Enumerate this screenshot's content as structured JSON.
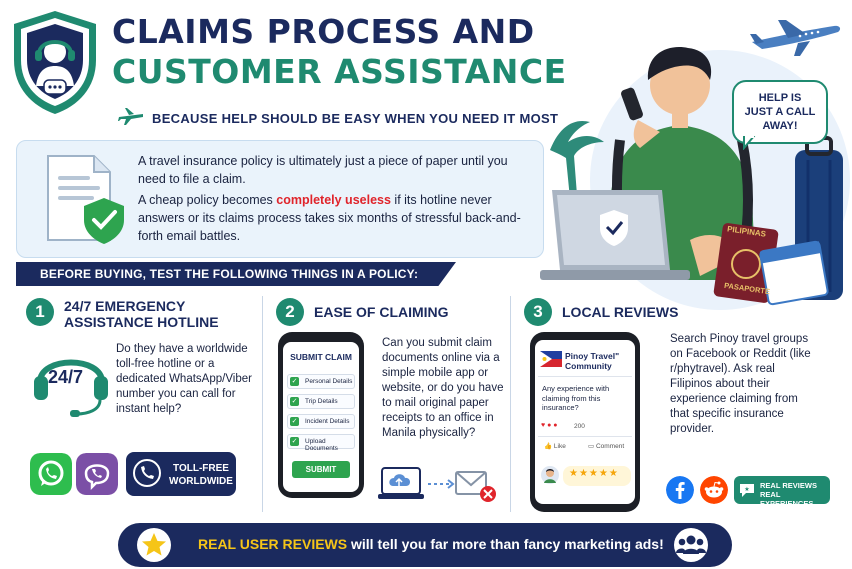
{
  "header": {
    "title_line1": "CLAIMS PROCESS AND",
    "title_line2": "CUSTOMER ASSISTANCE",
    "subtitle": "BECAUSE HELP SHOULD BE EASY WHEN YOU NEED IT MOST"
  },
  "intro": {
    "p1": "A travel insurance policy is ultimately just a piece of paper until you need to file a claim.",
    "p2_before": "A cheap policy becomes ",
    "p2_highlight": "completely useless",
    "p2_after": " if its hotline never answers or its claims process takes six months of stressful back-and-forth email battles."
  },
  "hero": {
    "bubble_line1": "HELP IS",
    "bubble_line2": "JUST A CALL",
    "bubble_line3": "AWAY!",
    "passport_top": "PILIPINAS",
    "passport_bottom": "PASAPORTE"
  },
  "banner": "BEFORE BUYING,  TEST THE FOLLOWING THINGS IN A POLICY:",
  "sections": [
    {
      "number": "1",
      "title_line1": "24/7 EMERGENCY",
      "title_line2": "ASSISTANCE HOTLINE",
      "icon_text": "24/7",
      "body": "Do they have a worldwide toll-free hotline or a dedicated WhatsApp/Viber number you can call for instant help?",
      "toll_line1": "TOLL-FREE",
      "toll_line2": "WORLDWIDE"
    },
    {
      "number": "2",
      "title": "EASE OF CLAIMING",
      "body": "Can you submit claim documents online via a simple mobile app or website, or do you have to mail original paper receipts to an office in Manila physically?",
      "form": {
        "header": "SUBMIT CLAIM",
        "rows": [
          "Personal Details",
          "Trip Details",
          "Incident Details",
          "Upload Documents"
        ],
        "button": "SUBMIT"
      }
    },
    {
      "number": "3",
      "title": "LOCAL REVIEWS",
      "body": "Search Pinoy travel groups on Facebook or Reddit (like r/phytravel). Ask real Filipinos about their experience claiming from that specific insurance provider.",
      "community": {
        "name_line1": "Pinoy Travel\"",
        "name_line2": "Community",
        "question": "Any experience with claiming from this insurance?",
        "reactions": "200",
        "like": "Like",
        "comment": "Comment"
      },
      "badge_line1": "REAL REVIEWS",
      "badge_line2": "REAL EXPERIENCES"
    }
  ],
  "footer": {
    "highlight": "REAL USER REVIEWS",
    "rest": " will tell you far more than fancy marketing ads!"
  },
  "colors": {
    "navy": "#1b2a5e",
    "teal": "#1f8a70",
    "red": "#e0242b",
    "green": "#2ea44f",
    "gold": "#f5c518"
  },
  "icons": [
    "headset-icon",
    "chat-icon",
    "plane-icon",
    "document-icon",
    "shield-check-icon",
    "laptop-icon",
    "suitcase-icon",
    "passport-icon",
    "boarding-pass-icon",
    "whatsapp-icon",
    "viber-icon",
    "phone-24-icon",
    "cloud-upload-icon",
    "mail-error-icon",
    "facebook-icon",
    "reddit-icon",
    "star-icon",
    "people-icon"
  ]
}
